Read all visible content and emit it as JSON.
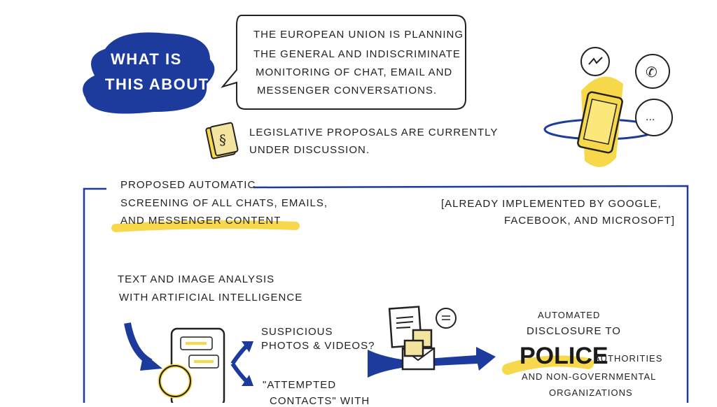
{
  "header": {
    "title_line1": "What is",
    "title_line2": "this about?"
  },
  "speech_bubble": {
    "lines": [
      "The European Union is planning",
      "the general and indiscriminate",
      "monitoring of chat, email and",
      "messenger conversations."
    ]
  },
  "legislation_note": {
    "icon": "paragraph-book-icon",
    "symbol": "§",
    "lines": [
      "Legislative proposals are currently",
      "under discussion."
    ]
  },
  "phone_illustration": {
    "bubble_messenger_icon": "messenger-bolt-icon",
    "bubble_phone_icon": "whatsapp-phone-icon",
    "bubble_dots": "..."
  },
  "box": {
    "heading_lines": [
      "Proposed automatic",
      "screening of all chats, emails,",
      "and messenger content"
    ],
    "bracket_note_lines": [
      "[Already implemented by Google,",
      "Facebook, and Microsoft]"
    ],
    "analysis_lines": [
      "Text and image analysis",
      "with artificial intelligence"
    ],
    "suspicious_lines": [
      "Suspicious",
      "photos & videos?"
    ],
    "attempted_lines": [
      "\"Attempted",
      "contacts\" with"
    ],
    "disclosure": {
      "line1": "Automated",
      "line2": "disclosure to",
      "police": "POLICE",
      "authorities": "authorities",
      "line4": "and non-governmental",
      "line5": "organizations"
    }
  },
  "colors": {
    "blue": "#1d3b9c",
    "yellow": "#f6d84a",
    "paper": "#f3e4a0"
  }
}
